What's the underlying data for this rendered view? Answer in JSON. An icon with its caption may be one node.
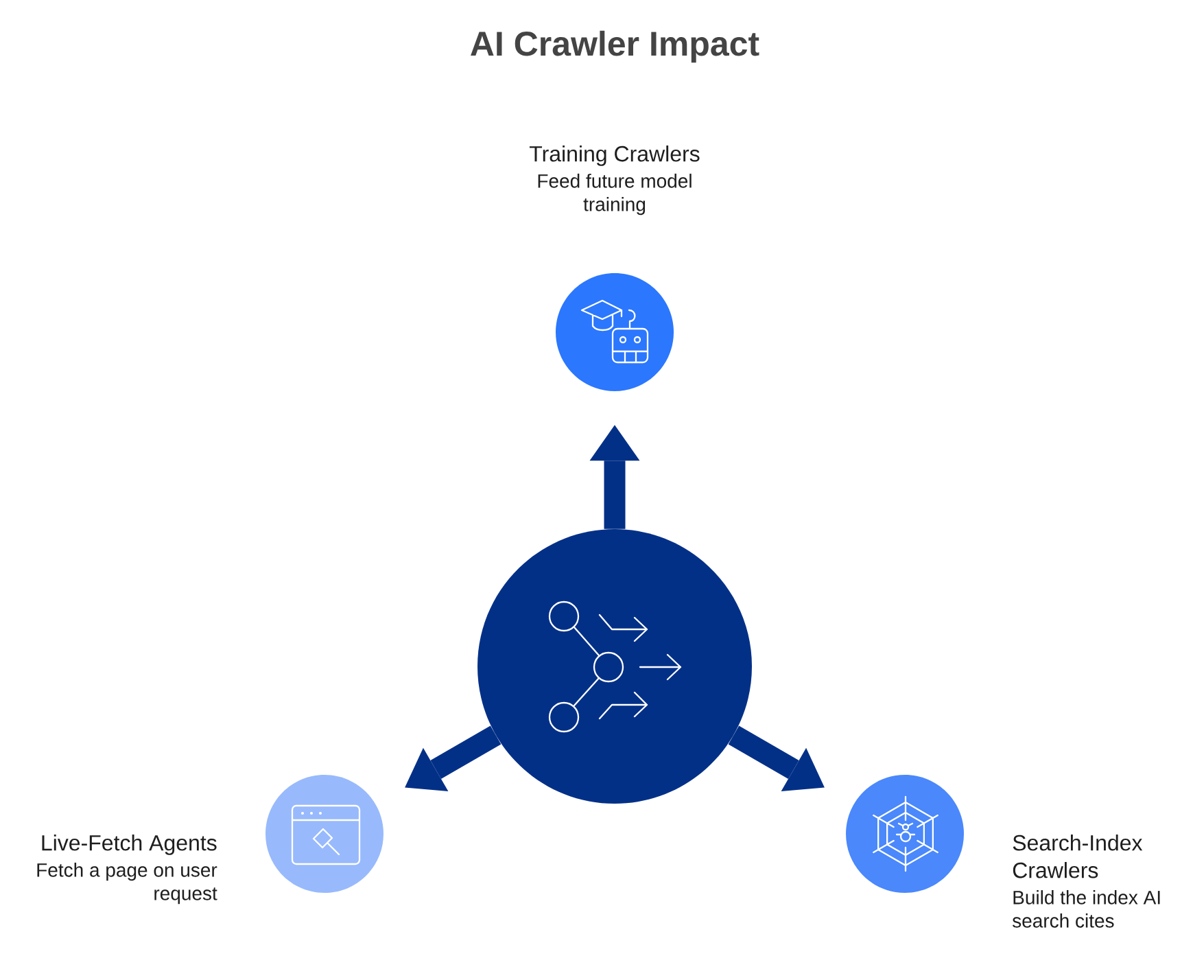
{
  "diagram": {
    "title": "AI Crawler Impact",
    "nodes": [
      {
        "text": [
          "Training Crawlers",
          "Feed future model training"
        ]
      },
      {
        "text": [],
        "shape": "circle"
      },
      {
        "text": [
          "Live-Fetch Agents",
          "Fetch a page on user request"
        ]
      },
      {
        "text": [
          "Search-Index Crawlers",
          "Build the index AI search cites"
        ]
      }
    ],
    "edges": [
      {
        "from": 1,
        "to": 0,
        "arrow": "to"
      },
      {
        "from": 1,
        "to": 2,
        "arrow": "to"
      },
      {
        "from": 1,
        "to": 3,
        "arrow": "to"
      }
    ]
  }
}
